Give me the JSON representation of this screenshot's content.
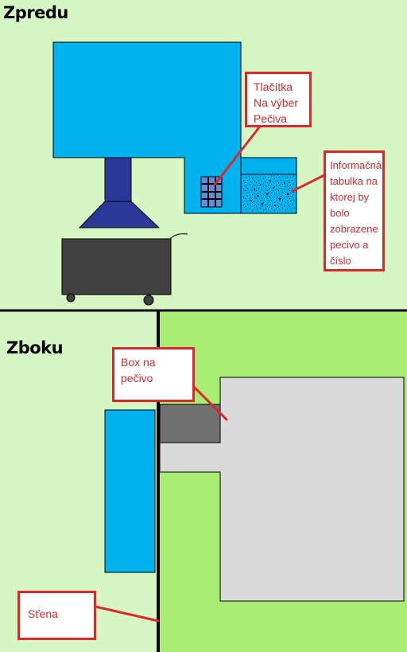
{
  "sections": {
    "front_heading": "Zpredu",
    "side_heading": "Zboku"
  },
  "callouts": {
    "buttons": [
      "Tlačítka",
      "Na výber",
      "Pečiva"
    ],
    "info_panel": [
      "Informačná",
      "tabulka na",
      "ktorej by",
      "bolo",
      "zobrazene",
      "pecivo a",
      "číslo"
    ],
    "box": [
      "Box na",
      "pečivo"
    ],
    "wall": [
      "Sťena"
    ]
  },
  "colors": {
    "background": "#d6f7c4",
    "side_room": "#a8ec74",
    "machine_body": "#00b2ee",
    "stand": "#2b3898",
    "cart": "#404040",
    "button_grid": "#5d8fd6",
    "machine_side": "#dadada",
    "box": "#707070",
    "callout_border": "#e0262b",
    "outline": "#000000"
  }
}
